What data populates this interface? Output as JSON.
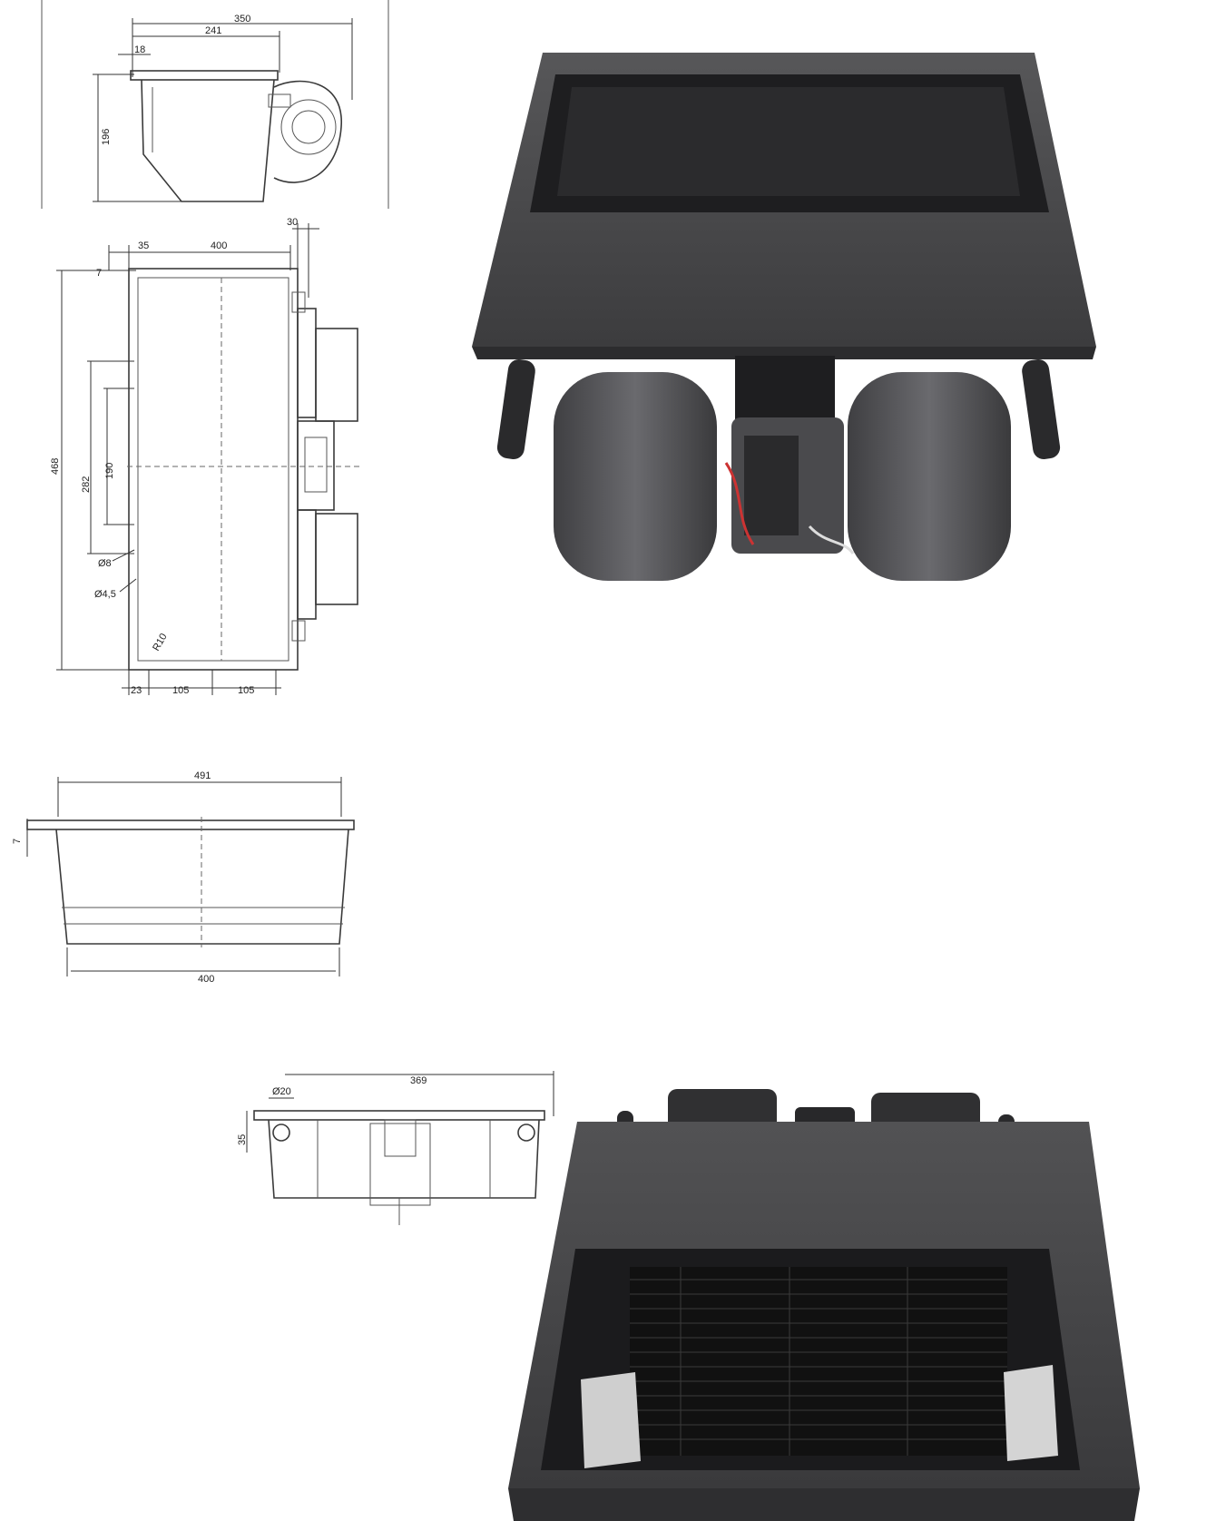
{
  "side_view": {
    "labels": {
      "overall_width": "350",
      "inner_width": "241",
      "flange": "18",
      "height": "196"
    }
  },
  "top_view": {
    "labels": {
      "top_offset": "35",
      "top_width": "400",
      "right_offset": "30",
      "total_height": "468",
      "span_outer": "282",
      "span_inner": "190",
      "hole_large": "Ø8",
      "hole_small": "Ø4,5",
      "corner_radius": "R10",
      "bottom_left": "23",
      "bottom_mid": "105",
      "bottom_right": "105",
      "flange_small": "7"
    }
  },
  "front_view": {
    "labels": {
      "top_width": "491",
      "bottom_width": "400",
      "flange_small": "7"
    }
  },
  "end_view": {
    "labels": {
      "width": "369",
      "pipe_diameter": "Ø20",
      "height": "35"
    }
  },
  "colors": {
    "housing": "#4a4a4c",
    "housing_dark": "#2a2a2c",
    "blower": "#5c5c60",
    "line": "#3a3a3a"
  }
}
